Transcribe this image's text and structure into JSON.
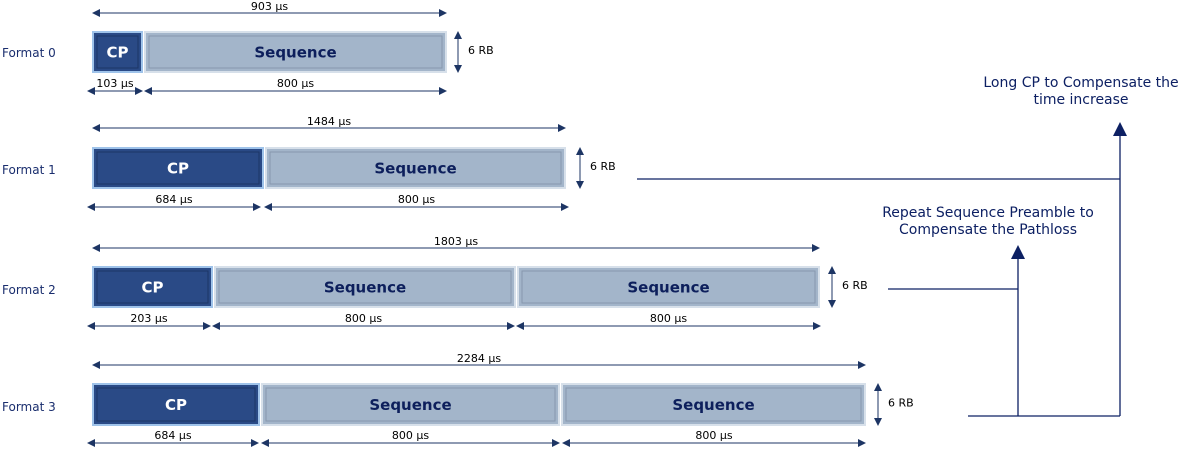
{
  "colors": {
    "cp": "#2a4a86",
    "sequence": "#a3b5ca",
    "cp_text": "#ffffff",
    "sequence_text": "#0d1f5c",
    "arrow": "#1d3564",
    "line": "#0d2063"
  },
  "formats": [
    {
      "label": "Format 0",
      "total": "903 µs",
      "rb": "6 RB",
      "blocks": [
        {
          "name": "CP",
          "duration": "103 µs"
        },
        {
          "name": "Sequence",
          "duration": "800 µs"
        }
      ]
    },
    {
      "label": "Format 1",
      "total": "1484 µs",
      "rb": "6 RB",
      "blocks": [
        {
          "name": "CP",
          "duration": "684 µs"
        },
        {
          "name": "Sequence",
          "duration": "800 µs"
        }
      ]
    },
    {
      "label": "Format 2",
      "total": "1803 µs",
      "rb": "6 RB",
      "blocks": [
        {
          "name": "CP",
          "duration": "203 µs"
        },
        {
          "name": "Sequence",
          "duration": "800 µs"
        },
        {
          "name": "Sequence",
          "duration": "800 µs"
        }
      ]
    },
    {
      "label": "Format 3",
      "total": "2284 µs",
      "rb": "6 RB",
      "blocks": [
        {
          "name": "CP",
          "duration": "684 µs"
        },
        {
          "name": "Sequence",
          "duration": "800 µs"
        },
        {
          "name": "Sequence",
          "duration": "800 µs"
        }
      ]
    }
  ],
  "notes": {
    "long_cp": [
      "Long CP to Compensate the",
      "time increase"
    ],
    "repeat": [
      "Repeat Sequence Preamble to",
      "Compensate the Pathloss"
    ]
  }
}
